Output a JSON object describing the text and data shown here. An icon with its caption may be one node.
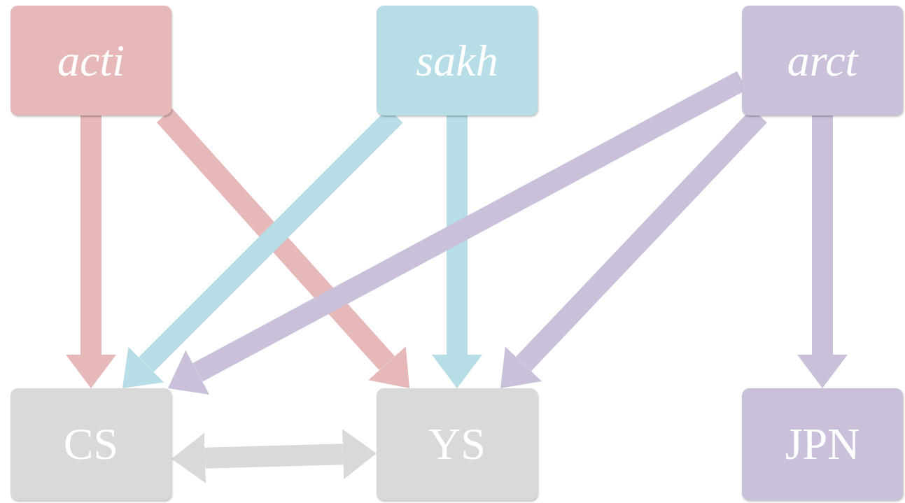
{
  "diagram": {
    "nodes": [
      {
        "text": [
          "acti"
        ]
      },
      {
        "text": [
          "sakh"
        ]
      },
      {
        "text": [
          "arct"
        ]
      },
      {
        "text": [
          "CS"
        ]
      },
      {
        "text": [
          "YS"
        ]
      },
      {
        "text": [
          "JPN"
        ]
      }
    ],
    "edges": [
      {
        "from": 0,
        "to": 3,
        "arrow": "to",
        "color": "#e6b8b8"
      },
      {
        "from": 0,
        "to": 4,
        "arrow": "to",
        "color": "#e6b8b8"
      },
      {
        "from": 1,
        "to": 3,
        "arrow": "to",
        "color": "#b7dde6"
      },
      {
        "from": 1,
        "to": 4,
        "arrow": "to",
        "color": "#b7dde6"
      },
      {
        "from": 2,
        "to": 3,
        "arrow": "to",
        "color": "#cbc0da"
      },
      {
        "from": 2,
        "to": 4,
        "arrow": "to",
        "color": "#cbc0da"
      },
      {
        "from": 2,
        "to": 5,
        "arrow": "to",
        "color": "#cbc0da"
      },
      {
        "from": 3,
        "to": 4,
        "arrow": "both",
        "color": "#d9d9d9"
      }
    ]
  }
}
